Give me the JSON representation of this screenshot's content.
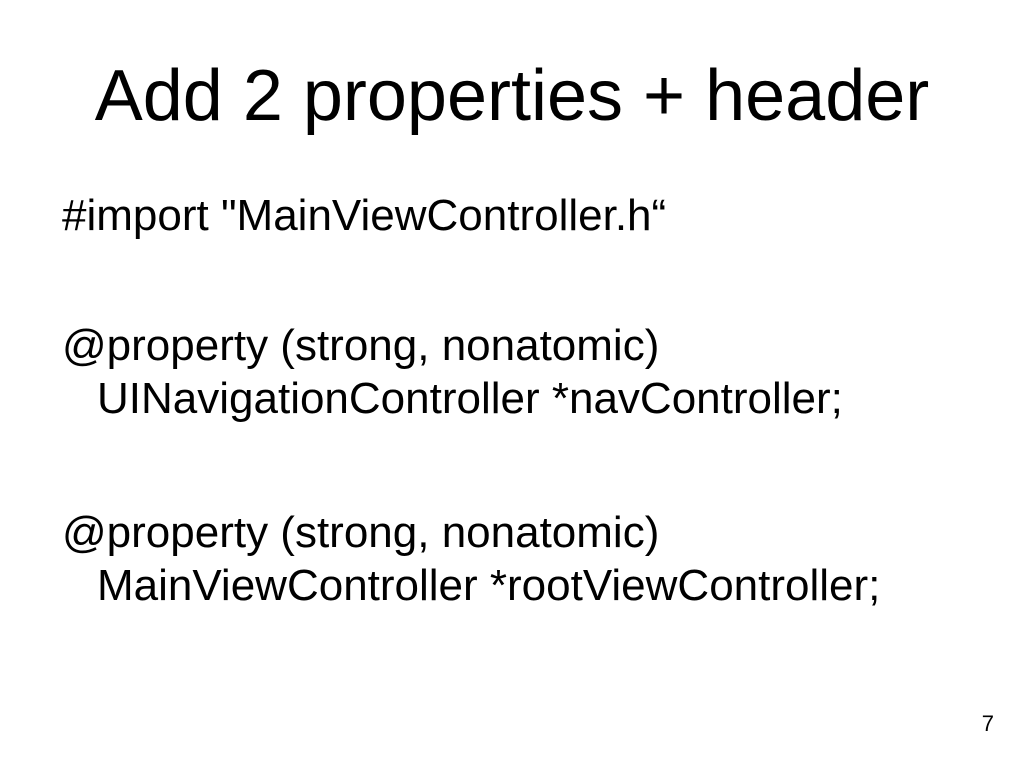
{
  "slide": {
    "title": "Add 2 properties + header",
    "page_number": "7",
    "code": {
      "import_line": "#import \"MainViewController.h“",
      "block1_line1": "@property (strong, nonatomic)",
      "block1_line2": "UINavigationController *navController;",
      "block2_line1": "@property (strong, nonatomic)",
      "block2_line2": "MainViewController *rootViewController;"
    }
  }
}
